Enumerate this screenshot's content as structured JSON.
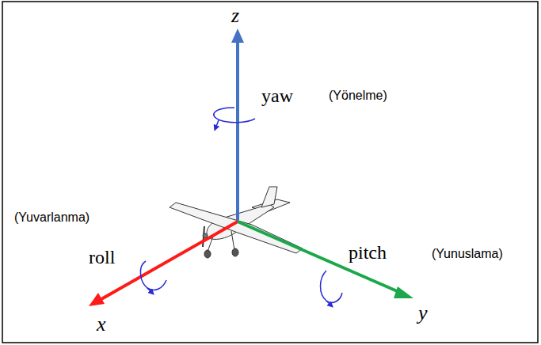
{
  "diagram": {
    "labels": [
      "z",
      "yaw",
      "(Yönelme)",
      "(Yuvarlanma)",
      "roll",
      "x",
      "pitch",
      "(Yunuslama)",
      "y"
    ]
  }
}
